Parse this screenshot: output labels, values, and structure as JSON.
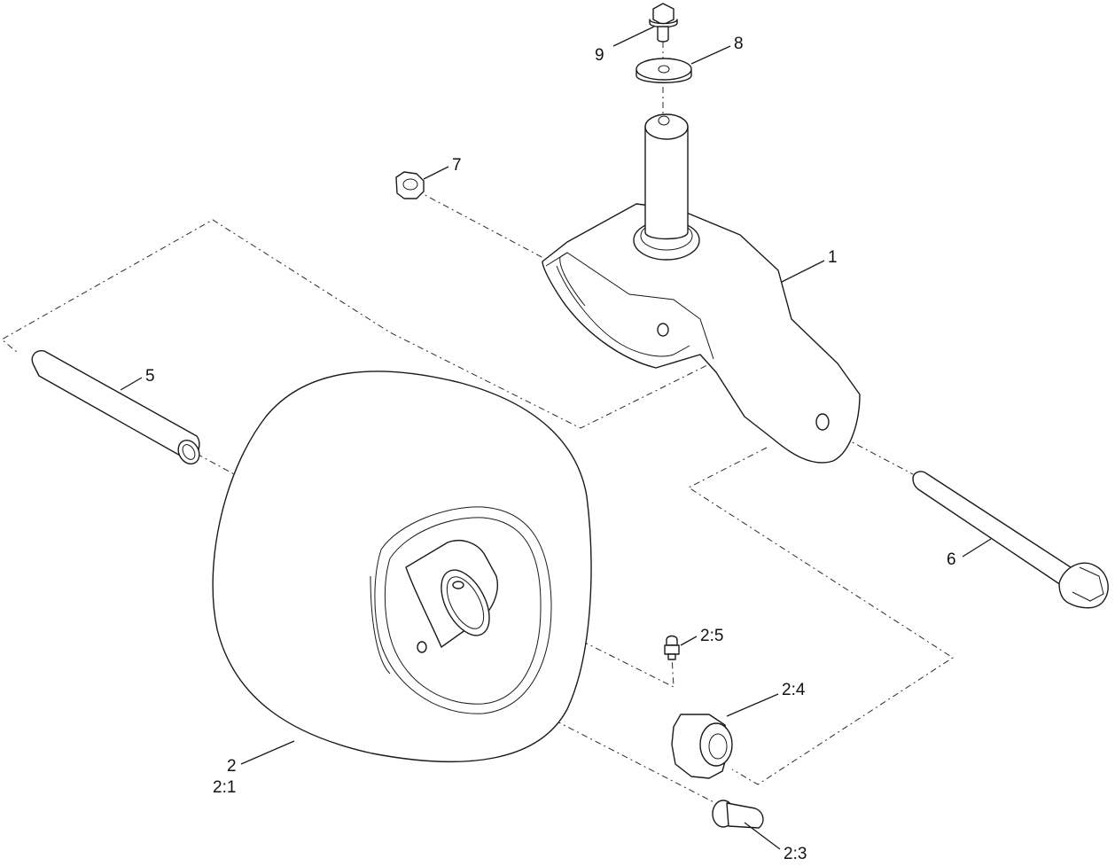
{
  "callouts": {
    "item_1": "1",
    "item_2": "2",
    "item_2_1": "2:1",
    "item_2_3": "2:3",
    "item_2_4": "2:4",
    "item_2_5": "2:5",
    "item_5": "5",
    "item_6": "6",
    "item_7": "7",
    "item_8": "8",
    "item_9": "9"
  }
}
